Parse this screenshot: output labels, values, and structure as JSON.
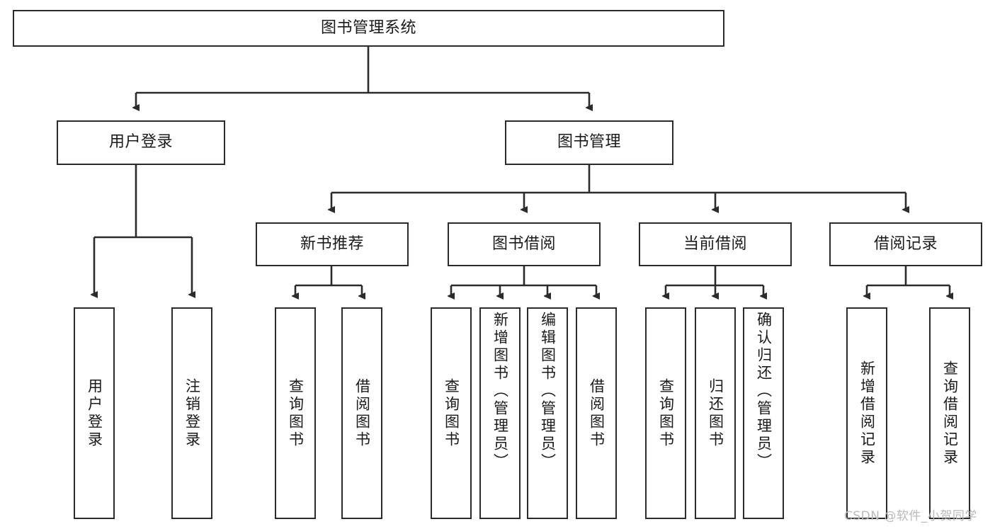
{
  "diagram": {
    "title": "图书管理系统",
    "type": "tree-hierarchy",
    "colors": {
      "box_border": "#2b2b2b",
      "box_fill": "#ffffff",
      "edge": "#2b2b2b",
      "text": "#1a1a1a",
      "watermark": "#b9b9b9",
      "background": "#ffffff"
    },
    "nodes": {
      "root": {
        "label": "图书管理系统"
      },
      "level1": [
        {
          "id": "user-login",
          "label": "用户登录"
        },
        {
          "id": "book-manage",
          "label": "图书管理"
        }
      ],
      "level2": [
        {
          "id": "new-book-recommend",
          "label": "新书推荐"
        },
        {
          "id": "book-borrow",
          "label": "图书借阅"
        },
        {
          "id": "current-borrow",
          "label": "当前借阅"
        },
        {
          "id": "borrow-record",
          "label": "借阅记录"
        }
      ],
      "leaves": {
        "user_login": [
          {
            "id": "leaf-user-login",
            "label": "用户登录"
          },
          {
            "id": "leaf-user-logout",
            "label": "注销登录"
          }
        ],
        "new_book_recommend": [
          {
            "id": "leaf-query-book-1",
            "label": "查询图书"
          },
          {
            "id": "leaf-borrow-book-1",
            "label": "借阅图书"
          }
        ],
        "book_borrow": [
          {
            "id": "leaf-query-book-2",
            "label": "查询图书"
          },
          {
            "id": "leaf-add-book",
            "label": "新增图书（管理员）"
          },
          {
            "id": "leaf-edit-book",
            "label": "编辑图书（管理员）"
          },
          {
            "id": "leaf-borrow-book-2",
            "label": "借阅图书"
          }
        ],
        "current_borrow": [
          {
            "id": "leaf-query-book-3",
            "label": "查询图书"
          },
          {
            "id": "leaf-return-book",
            "label": "归还图书"
          },
          {
            "id": "leaf-confirm-return",
            "label": "确认归还（管理员）"
          }
        ],
        "borrow_record": [
          {
            "id": "leaf-add-record",
            "label": "新增借阅记录"
          },
          {
            "id": "leaf-query-record",
            "label": "查询借阅记录"
          }
        ]
      }
    }
  },
  "watermark": {
    "text": "CSDN @软件_小贺同学"
  }
}
